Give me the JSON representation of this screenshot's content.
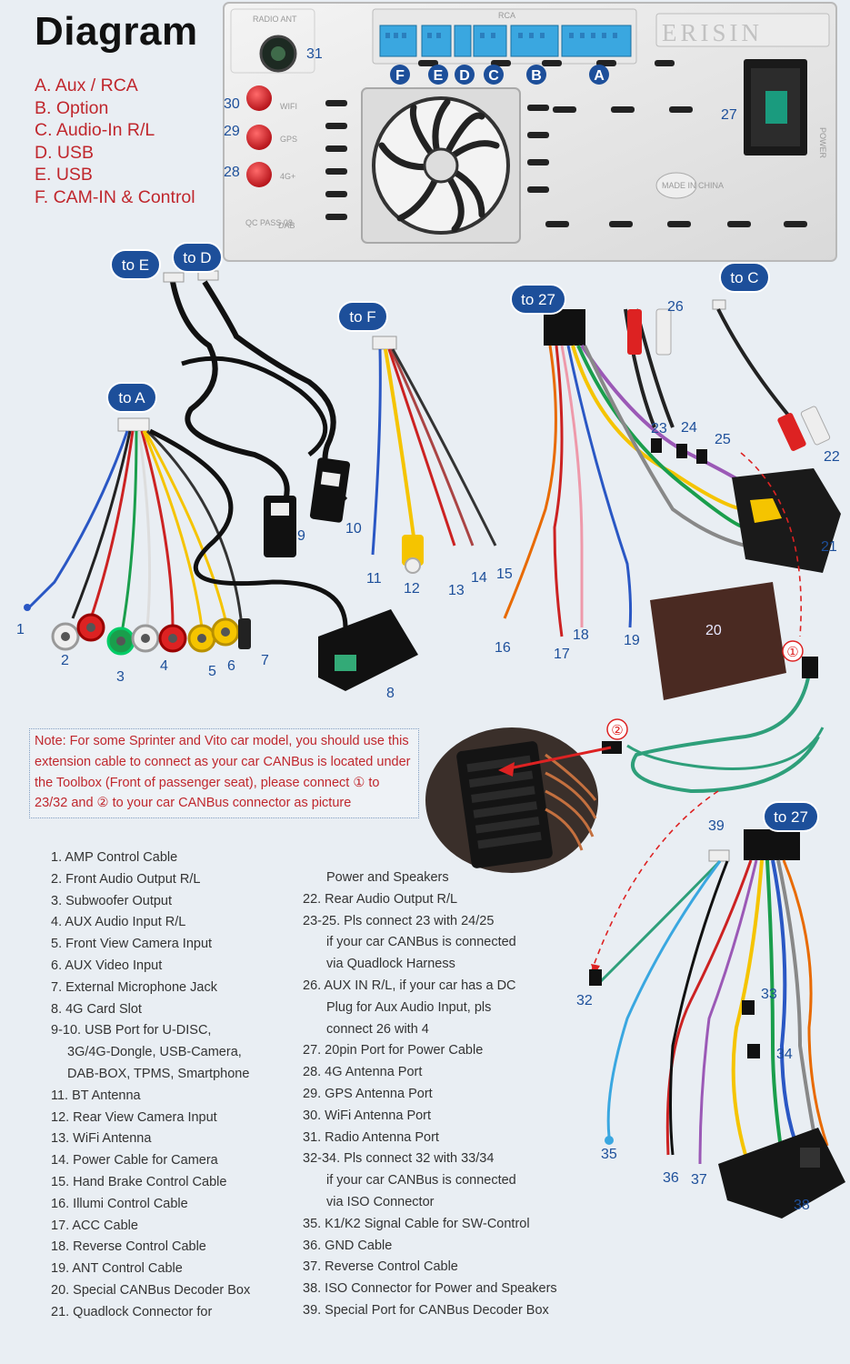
{
  "title": "Diagram",
  "ports": [
    "A. Aux / RCA",
    "B. Option",
    "C. Audio-In R/L",
    "D. USB",
    "E. USB",
    "F. CAM-IN & Control"
  ],
  "unit": {
    "brand": "ERISIN",
    "radio_ant_label": "RADIO ANT",
    "rca_label": "RCA",
    "wifi_label": "WIFI",
    "gps_label": "GPS",
    "g4_label": "4G+",
    "dab_label": "DAB",
    "power_label": "POWER",
    "made_in_label": "MADE IN CHINA",
    "qc_label": "QC PASS 08",
    "port_letters": [
      "F",
      "E",
      "D",
      "C",
      "B",
      "A"
    ]
  },
  "tags": {
    "to_a": "to A",
    "to_c": "to C",
    "to_d": "to D",
    "to_e": "to E",
    "to_f": "to F",
    "to_27_top": "to 27",
    "to_27_bottom": "to 27"
  },
  "callouts": [
    "①",
    "②"
  ],
  "pins": [
    "1",
    "2",
    "3",
    "4",
    "5",
    "6",
    "7",
    "8",
    "9",
    "10",
    "11",
    "12",
    "13",
    "14",
    "15",
    "16",
    "17",
    "18",
    "19",
    "20",
    "21",
    "22",
    "23",
    "24",
    "25",
    "26",
    "27",
    "28",
    "29",
    "30",
    "31",
    "32",
    "33",
    "34",
    "35",
    "36",
    "37",
    "38",
    "39"
  ],
  "note": "Note: For some Sprinter and Vito car model, you should use this extension cable to connect as your car CANBus is located under the Toolbox (Front of passenger seat), please connect ① to 23/32 and ② to your car CANBus connector as picture",
  "legend_left": [
    "1. AMP Control Cable",
    "2. Front Audio Output R/L",
    "3. Subwoofer Output",
    "4. AUX Audio Input R/L",
    "5. Front View Camera Input",
    "6. AUX Video Input",
    "7. External Microphone Jack",
    "8. 4G Card Slot",
    "9-10. USB Port for U-DISC,",
    "3G/4G-Dongle, USB-Camera,",
    "DAB-BOX, TPMS, Smartphone",
    "11. BT Antenna",
    "12. Rear View Camera Input",
    "13. WiFi Antenna",
    "14. Power Cable for Camera",
    "15. Hand Brake Control Cable",
    "16. Illumi Control Cable",
    "17. ACC Cable",
    "18. Reverse Control Cable",
    "19. ANT Control Cable",
    "20. Special CANBus Decoder Box",
    "21. Quadlock Connector for"
  ],
  "legend_right": [
    "Power and Speakers",
    "22. Rear Audio Output R/L",
    "23-25. Pls connect 23 with 24/25",
    "if your car CANBus is connected",
    "via Quadlock Harness",
    "26. AUX IN R/L, if your car has a DC",
    "Plug for Aux Audio Input, pls",
    "connect 26 with 4",
    "27. 20pin Port for Power Cable",
    "28. 4G Antenna Port",
    "29. GPS Antenna Port",
    "30. WiFi Antenna Port",
    "31. Radio Antenna Port",
    "32-34. Pls connect 32 with 33/34",
    "if your car CANBus is connected",
    "via ISO Connector",
    "35. K1/K2 Signal Cable for SW-Control",
    "36. GND Cable",
    "37. Reverse Control Cable",
    "38. ISO Connector for Power and Speakers",
    "39. Special Port for CANBus Decoder Box"
  ],
  "colors": {
    "accent_red": "#c0272d",
    "tag_blue": "#1d4f9a",
    "pin_blue": "#1d4f9a"
  }
}
